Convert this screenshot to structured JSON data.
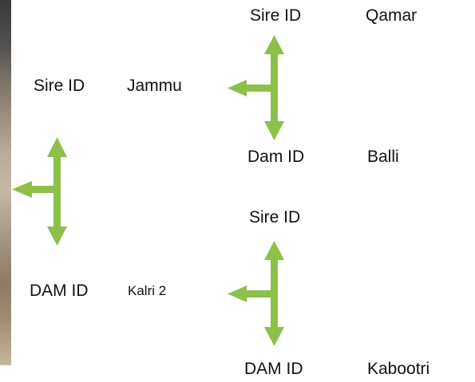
{
  "pedigree": {
    "root": {
      "sire_label": "Sire ID",
      "sire_value": "Jammu",
      "dam_label": "DAM ID",
      "dam_value": "Kalri 2"
    },
    "upper": {
      "sire_label": "Sire ID",
      "sire_value": "Qamar",
      "dam_label": "Dam ID",
      "dam_value": "Balli"
    },
    "lower": {
      "sire_label": "Sire ID",
      "sire_value": "",
      "dam_label": "DAM ID",
      "dam_value": "Kabootri"
    }
  },
  "colors": {
    "arrow": "#8dc04a",
    "text": "#111111"
  },
  "icons": {
    "connector": "split-arrow-icon"
  }
}
